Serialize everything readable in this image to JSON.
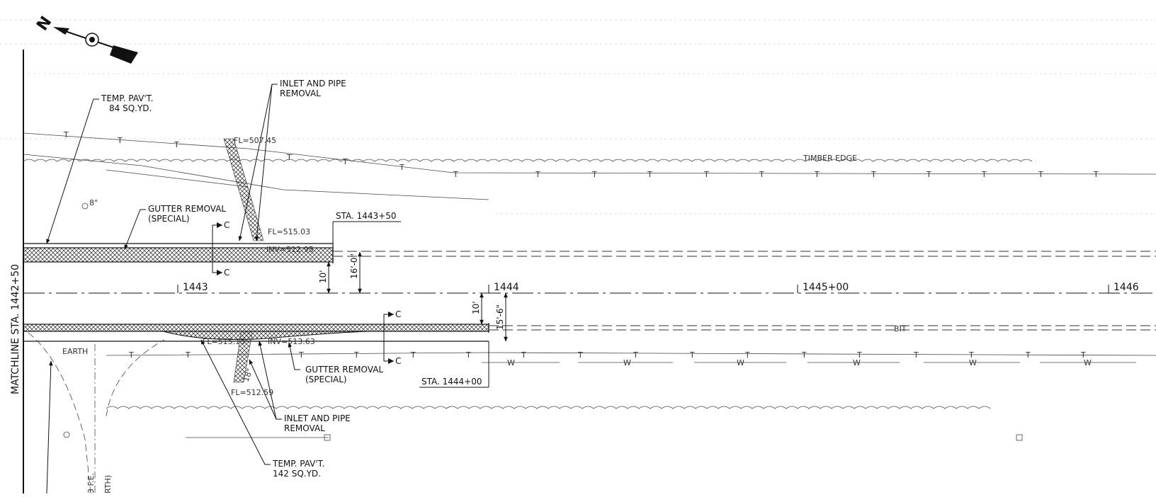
{
  "matchline": "MATCHLINE STA. 1442+50",
  "north_arrow": {
    "letter": "N",
    "icon": "north-arrow-icon"
  },
  "stations": {
    "s1443": "1443",
    "s1444": "1444",
    "s1445": "1445+00",
    "s1446": "1446"
  },
  "notes": {
    "temp_pav_north": [
      "TEMP. PAV'T.",
      "84 SQ.YD."
    ],
    "inlet_north": [
      "INLET AND PIPE",
      "REMOVAL"
    ],
    "gutter_north": [
      "GUTTER REMOVAL",
      "(SPECIAL)"
    ],
    "sta_1443_50": "STA. 1443+50",
    "fl_507": "FL=507.45",
    "fl_515_03": "FL=515.03",
    "inv_512_95": "INV=512.95",
    "timber_edge": "TIMBER EDGE",
    "pipe_8in": "8\"",
    "dim_10_north": "10'",
    "dim_16": "16'-0\"",
    "dim_10_south": "10'",
    "dim_15_6": "15'-6\"",
    "bit": "BIT",
    "earth": "EARTH",
    "fl_515_13": "FL=515.13",
    "inv_513_63": "INV=513.63",
    "gutter_south": [
      "GUTTER REMOVAL",
      "(SPECIAL)"
    ],
    "sta_1444_00": "STA. 1444+00",
    "fl_512_59": "FL=512.59",
    "pipe_18in": "18\"",
    "inlet_south": [
      "INLET AND PIPE",
      "REMOVAL"
    ],
    "temp_pav_south": [
      "TEMP. PAV'T.",
      "142 SQ.YD."
    ],
    "section_c": "C",
    "fe_label": "3 F.E.",
    "earth_vertical": "RTH)",
    "tel_marker": "T",
    "water_marker": "W"
  }
}
